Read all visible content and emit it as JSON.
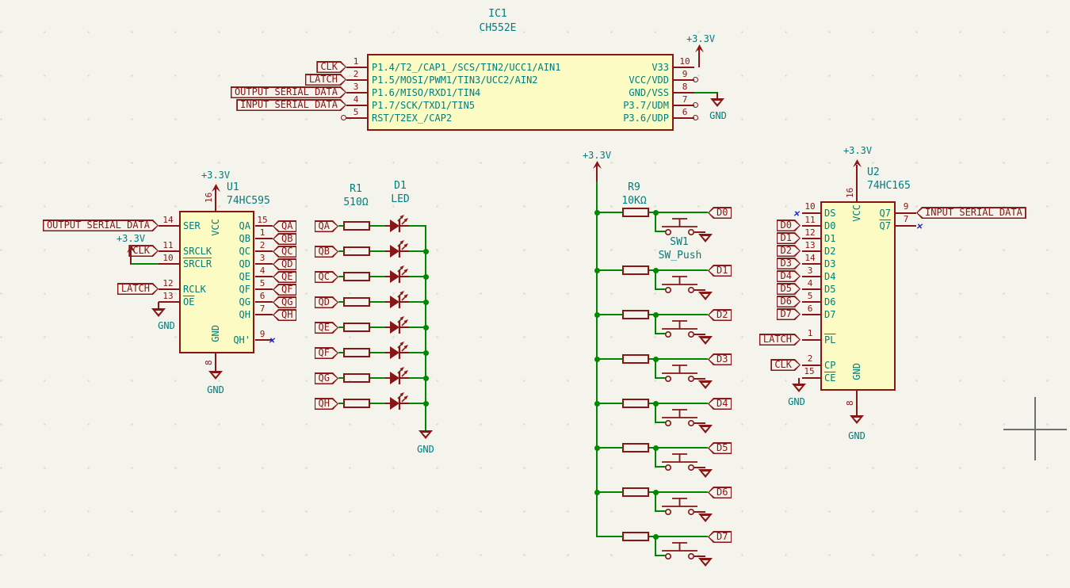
{
  "colors": {
    "background": "#f4f3ec",
    "symbol": "#871616",
    "wire": "#008700",
    "accent_teal": "#007d7d",
    "chip_fill": "#fdfbc4",
    "no_connect": "#2525c0",
    "cursor": "#6f6f6f"
  },
  "ic1": {
    "ref": "IC1",
    "value": "CH552E",
    "power_label": "+3.3V",
    "gnd_label": "GND",
    "pins_left": [
      {
        "num": "1",
        "name": "P1.4/T2_/CAP1_/SCS/TIN2/UCC1/AIN1",
        "label": "CLK"
      },
      {
        "num": "2",
        "name": "P1.5/MOSI/PWM1/TIN3/UCC2/AIN2",
        "label": "LATCH"
      },
      {
        "num": "3",
        "name": "P1.6/MISO/RXD1/TIN4",
        "label": "OUTPUT_SERIAL_DATA"
      },
      {
        "num": "4",
        "name": "P1.7/SCK/TXD1/TIN5",
        "label": "INPUT_SERIAL_DATA"
      },
      {
        "num": "5",
        "name": "RST/T2EX_/CAP2"
      }
    ],
    "pins_right": [
      {
        "num": "10",
        "name": "V33"
      },
      {
        "num": "9",
        "name": "VCC/VDD"
      },
      {
        "num": "8",
        "name": "GND/VSS"
      },
      {
        "num": "7",
        "name": "P3.7/UDM"
      },
      {
        "num": "6",
        "name": "P3.6/UDP"
      }
    ]
  },
  "u1": {
    "ref": "U1",
    "value": "74HC595",
    "power": "+3.3V",
    "srclr_power": "+3.3V",
    "oe_gnd": "GND",
    "gnd_label": "GND",
    "vcc_pin": {
      "num": "16",
      "name": "VCC"
    },
    "gnd_pin": {
      "num": "8",
      "name": "GND"
    },
    "left": [
      {
        "num": "14",
        "name": "SER",
        "label": "OUTPUT_SERIAL_DATA"
      },
      {
        "num": "11",
        "name": "SRCLK",
        "label": "CLK"
      },
      {
        "num": "10",
        "name": "SRCLR"
      },
      {
        "num": "12",
        "name": "RCLK",
        "label": "LATCH"
      },
      {
        "num": "13",
        "name": "OE"
      }
    ],
    "right": [
      {
        "num": "15",
        "name": "QA",
        "label": "QA"
      },
      {
        "num": "1",
        "name": "QB",
        "label": "QB"
      },
      {
        "num": "2",
        "name": "QC",
        "label": "QC"
      },
      {
        "num": "3",
        "name": "QD",
        "label": "QD"
      },
      {
        "num": "4",
        "name": "QE",
        "label": "QE"
      },
      {
        "num": "5",
        "name": "QF",
        "label": "QF"
      },
      {
        "num": "6",
        "name": "QG",
        "label": "QG"
      },
      {
        "num": "7",
        "name": "QH",
        "label": "QH"
      }
    ],
    "qh_prime": {
      "num": "9",
      "name": "QH'"
    }
  },
  "led_bank": {
    "ref": "R1",
    "value": "510Ω",
    "led_ref": "D1",
    "led_value": "LED",
    "gnd": "GND",
    "rows": [
      "QA",
      "QB",
      "QC",
      "QD",
      "QE",
      "QF",
      "QG",
      "QH"
    ]
  },
  "sw_bank": {
    "ref": "R9",
    "value": "10KΩ",
    "sw_ref": "SW1",
    "sw_value": "SW_Push",
    "power": "+3.3V",
    "rows": [
      "D0",
      "D1",
      "D2",
      "D3",
      "D4",
      "D5",
      "D6",
      "D7"
    ]
  },
  "u2": {
    "ref": "U2",
    "value": "74HC165",
    "power": "+3.3V",
    "ce_gnd": "GND",
    "gnd_label": "GND",
    "vcc_pin": {
      "num": "16",
      "name": "VCC"
    },
    "gnd_pin": {
      "num": "8",
      "name": "GND"
    },
    "ds_pin": {
      "num": "10",
      "name": "DS"
    },
    "d_pins": [
      {
        "num": "11",
        "name": "D0",
        "label": "D0"
      },
      {
        "num": "12",
        "name": "D1",
        "label": "D1"
      },
      {
        "num": "13",
        "name": "D2",
        "label": "D2"
      },
      {
        "num": "14",
        "name": "D3",
        "label": "D3"
      },
      {
        "num": "3",
        "name": "D4",
        "label": "D4"
      },
      {
        "num": "4",
        "name": "D5",
        "label": "D5"
      },
      {
        "num": "5",
        "name": "D6",
        "label": "D6"
      },
      {
        "num": "6",
        "name": "D7",
        "label": "D7"
      }
    ],
    "pl_pin": {
      "num": "1",
      "name": "PL",
      "label": "LATCH"
    },
    "cp_pin": {
      "num": "2",
      "name": "CP",
      "label": "CLK"
    },
    "ce_pin": {
      "num": "15",
      "name": "CE"
    },
    "q7_pin": {
      "num": "9",
      "name": "Q7",
      "label": "INPUT_SERIAL_DATA"
    },
    "q7n_pin": {
      "num": "7",
      "name": "Q7"
    }
  }
}
